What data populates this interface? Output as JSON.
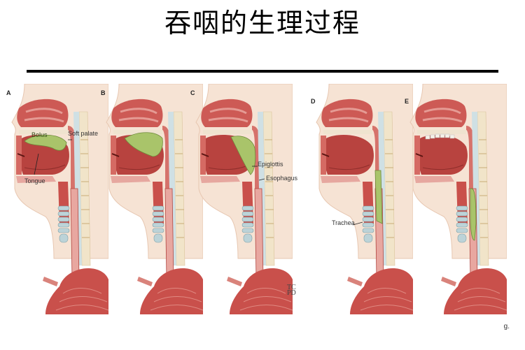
{
  "slide": {
    "title": "吞咽的生理过程",
    "page_marker": "g."
  },
  "figure": {
    "panels": [
      {
        "letter": "A",
        "labels": [
          "Bolus",
          "Soft palate",
          "Tongue"
        ]
      },
      {
        "letter": "B",
        "labels": []
      },
      {
        "letter": "C",
        "labels": [
          "Epiglottis",
          "Esophagus"
        ]
      },
      {
        "letter": "D",
        "labels": [
          "Trachea"
        ]
      },
      {
        "letter": "E",
        "labels": []
      }
    ],
    "logo": {
      "line1": "TC",
      "line2": "PD"
    },
    "colors": {
      "tissue": "#c9504b",
      "tissue_light": "#e8a7a0",
      "skin": "#f3d9c6",
      "bolus": "#a9c46a",
      "cartilage": "#a8c4c9",
      "spine": "#e9dcc0"
    }
  }
}
